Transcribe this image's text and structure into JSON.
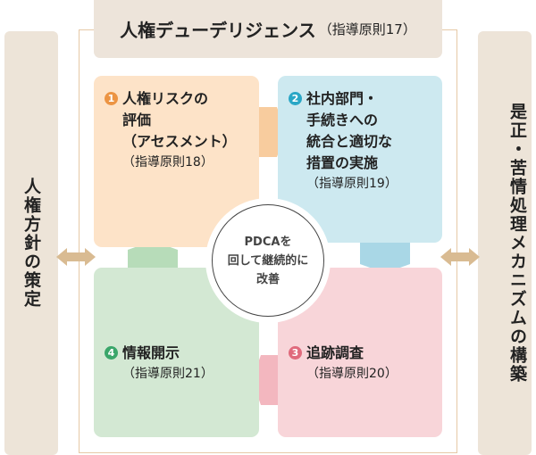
{
  "title": {
    "main": "人権デューデリジェンス",
    "ref": "（指導原則17）"
  },
  "left_panel": "人権方針の策定",
  "right_panel": "是正・苦情処理メカニズムの構築",
  "center": {
    "line1": "PDCAを",
    "line2": "回して継続的に",
    "line3": "改善"
  },
  "steps": [
    {
      "num": "1",
      "lines": [
        "人権リスクの",
        "評価",
        "（アセスメント）"
      ],
      "ref": "（指導原則18）",
      "color": "#fde3c8",
      "badge": "#ec9443"
    },
    {
      "num": "2",
      "lines": [
        "社内部門・",
        "手続きへの",
        "統合と適切な",
        "措置の実施"
      ],
      "ref": "（指導原則19）",
      "color": "#cde9f0",
      "badge": "#2aa7c6"
    },
    {
      "num": "3",
      "lines": [
        "追跡調査"
      ],
      "ref": "（指導原則20）",
      "color": "#f8d5d9",
      "badge": "#e06a7c"
    },
    {
      "num": "4",
      "lines": [
        "情報開示"
      ],
      "ref": "（指導原則21）",
      "color": "#d3e8d3",
      "badge": "#3aa66a"
    }
  ]
}
